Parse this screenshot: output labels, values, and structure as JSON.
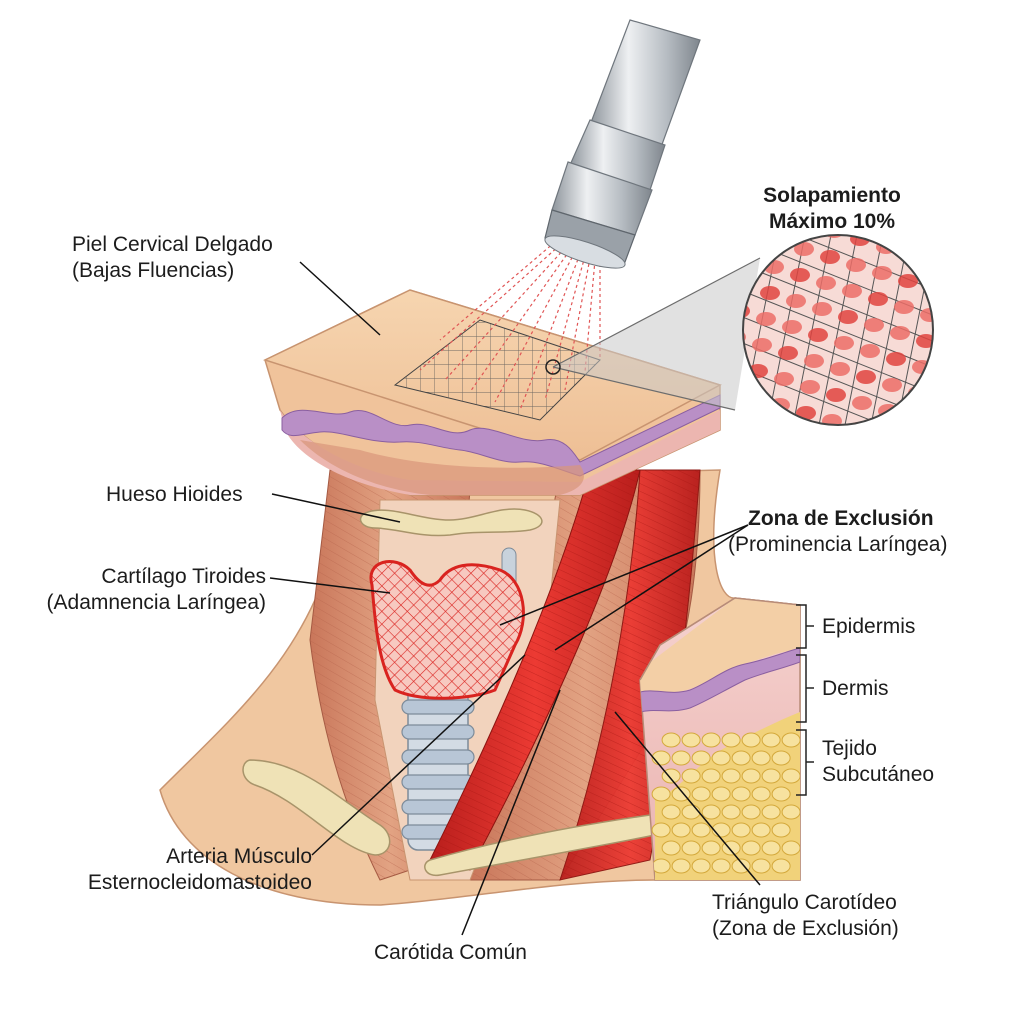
{
  "labels": {
    "skin_line1": "Piel Cervical Delgado",
    "skin_line2": "(Bajas Fluencias)",
    "overlap_line1": "Solapamiento",
    "overlap_line2": "Máximo 10%",
    "hyoid": "Hueso Hioides",
    "thyroid_line1": "Cartílago Tiroides",
    "thyroid_line2": "(Adamnencia Laríngea)",
    "exclusion_line1": "Zona de Exclusión",
    "exclusion_line2": "(Prominencia Laríngea)",
    "epidermis": "Epidermis",
    "dermis": "Dermis",
    "subcutaneous_line1": "Tejido",
    "subcutaneous_line2": "Subcutáneo",
    "artery_line1": "Arteria Músculo",
    "artery_line2": "Esternocleidomastoideo",
    "carotid": "Carótida Común",
    "triangle_line1": "Triángulo Carotídeo",
    "triangle_line2": "(Zona de Exclusión)"
  },
  "colors": {
    "skin": "#f3cfa6",
    "skin_dark": "#e7b487",
    "dermis": "#f2c6c4",
    "epidermis_band": "#b98fc6",
    "muscle": "#d98d6f",
    "muscle_red": "#e52d2a",
    "bone": "#efe2b6",
    "trachea": "#b8c6d6",
    "fat": "#f1d27a",
    "exclusion_red": "#d9231f",
    "beam": "#e05555",
    "device": "#b9bec4"
  },
  "icons": {
    "laser_handpiece": "laser-handpiece-icon",
    "magnifier": "magnifier-circle-icon"
  }
}
